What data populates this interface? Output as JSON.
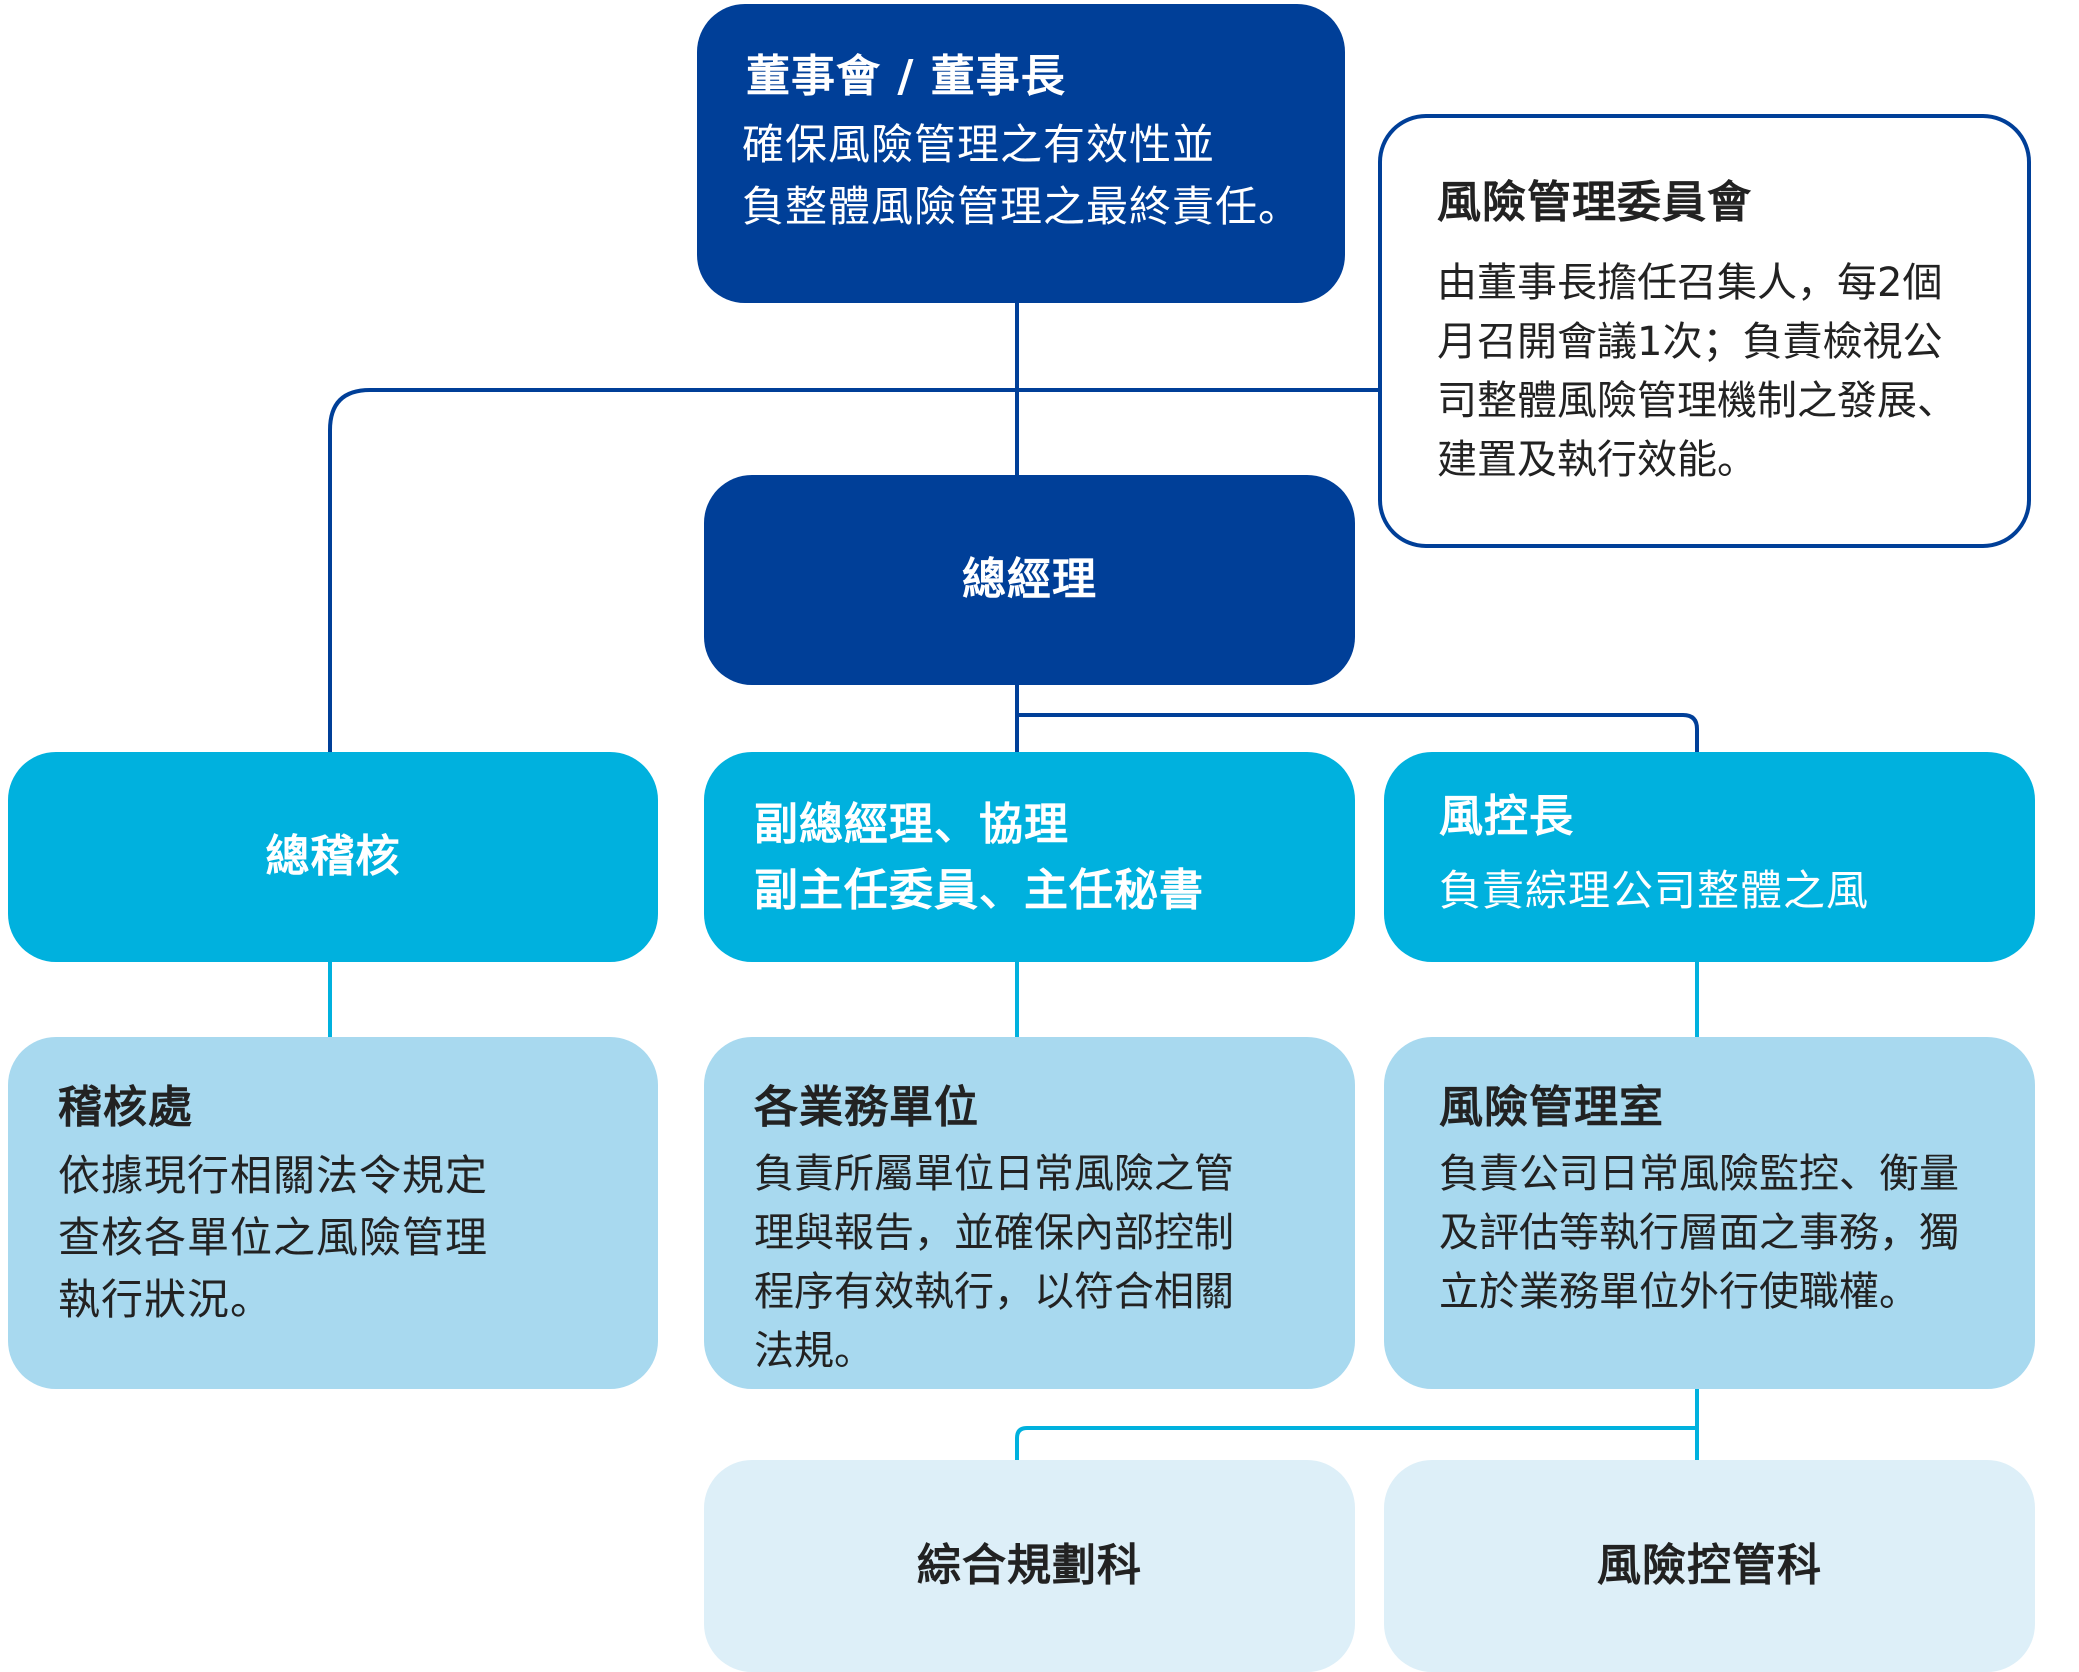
{
  "board": {
    "title": "董事會 / 董事長",
    "desc_lines": [
      "確保風險管理之有效性並",
      "負整體風險管理之最終責任。"
    ]
  },
  "risk_committee": {
    "title": "風險管理委員會",
    "desc_lines": [
      "由董事長擔任召集人，每2個",
      "月召開會議1次；負責檢視公",
      "司整體風險管理機制之發展、",
      "建置及執行效能。"
    ]
  },
  "general_manager": {
    "title": "總經理"
  },
  "chief_auditor": {
    "title": "總稽核"
  },
  "deputy_gm": {
    "title_lines": [
      "副總經理、協理",
      "副主任委員、主任秘書"
    ]
  },
  "chief_risk_officer": {
    "title": "風控長",
    "desc": "負責綜理公司整體之風"
  },
  "audit_office": {
    "title": "稽核處",
    "desc_lines": [
      "依據現行相關法令規定",
      "查核各單位之風險管理",
      "執行狀況。"
    ]
  },
  "business_units": {
    "title": "各業務單位",
    "desc_lines": [
      "負責所屬單位日常風險之管",
      "理與報告，並確保內部控制",
      "程序有效執行，以符合相關",
      "法規。"
    ]
  },
  "risk_office": {
    "title": "風險管理室",
    "desc_lines": [
      "負責公司日常風險監控、衡量",
      "及評估等執行層面之事務，獨",
      "立於業務單位外行使職權。"
    ]
  },
  "planning_section": {
    "title": "綜合規劃科"
  },
  "risk_control_section": {
    "title": "風險控管科"
  },
  "colors": {
    "dark_blue": "#003f98",
    "mid_blue": "#00b1de",
    "light_blue": "#a8d9ef",
    "pale_blue": "#ddeff8",
    "line_dark": "#003f98",
    "line_mid": "#00b1de"
  }
}
